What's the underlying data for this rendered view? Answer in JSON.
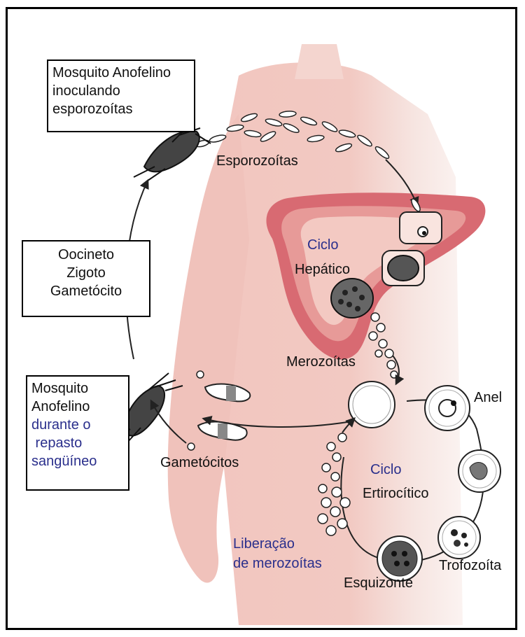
{
  "boxes": {
    "inoculating": [
      "Mosquito Anofelino",
      "inoculando",
      "esporozoítas"
    ],
    "stages": [
      "Oocineto",
      "Zigoto",
      "Gametócito"
    ],
    "feeding": {
      "black": [
        "Mosquito",
        "Anofelino"
      ],
      "blue": [
        "durante o",
        " repasto",
        "sangüíneo"
      ]
    }
  },
  "labels": {
    "sporozoites": "Esporozoítas",
    "hepatic_cycle_1": "Ciclo",
    "hepatic_cycle_2": "Hepático",
    "merozoites": "Merozoítas",
    "ring": "Anel",
    "erythrocytic_cycle_1": "Ciclo",
    "erythrocytic_cycle_2": "Ertirocítico",
    "gametocytes": "Gametócitos",
    "release_1": "Liberação",
    "release_2": "de merozoítas",
    "schizont": "Esquizonte",
    "trophozoite": "Trofozoíta"
  },
  "colors": {
    "body": "#f2c9c2",
    "body_fade": "#f7e9e4",
    "liver": "#d86a72",
    "liver_mid": "#e79a98",
    "liver_inner": "#f3c9c2",
    "label_blue": "#2a2f8c"
  }
}
